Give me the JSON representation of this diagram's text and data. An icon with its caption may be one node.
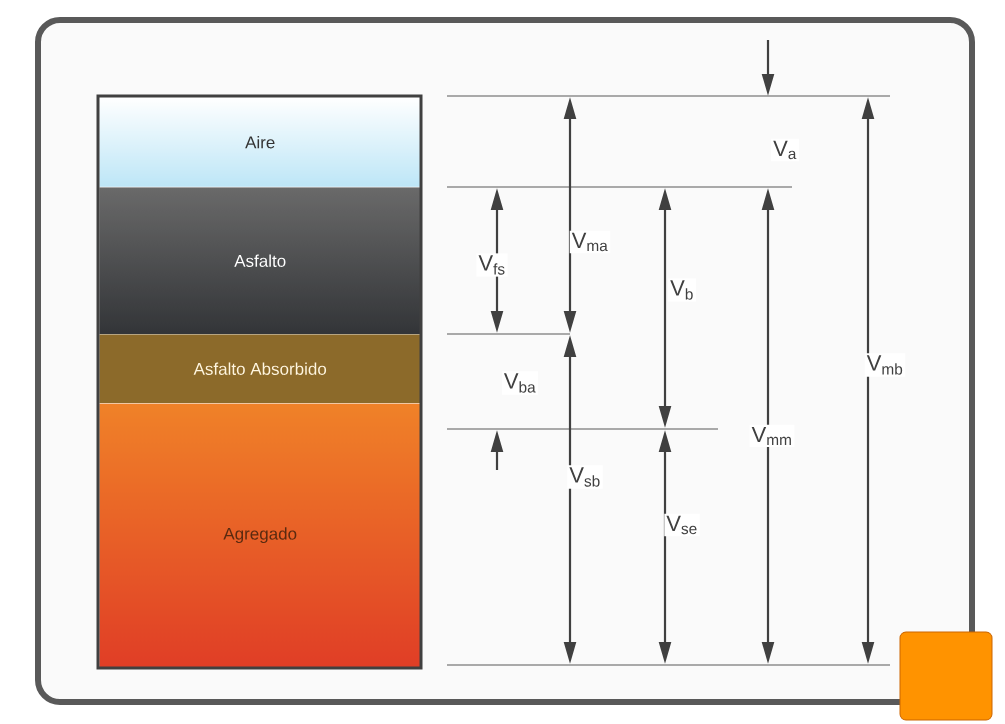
{
  "diagram": {
    "nodes": [
      {
        "text": [
          "Aire"
        ]
      },
      {
        "text": [
          "Asfalto"
        ]
      },
      {
        "text": [
          "Asfalto Absorbido"
        ]
      },
      {
        "text": [
          "Agregado"
        ]
      }
    ],
    "labels": [
      "V$_{a}$",
      "V$_{ma}$",
      "V$_{fs}$",
      "V$_{b}$",
      "V$_{mb}$",
      "V$_{ba}$",
      "V$_{mm}$",
      "V$_{sb}$",
      "V$_{se}$"
    ]
  }
}
